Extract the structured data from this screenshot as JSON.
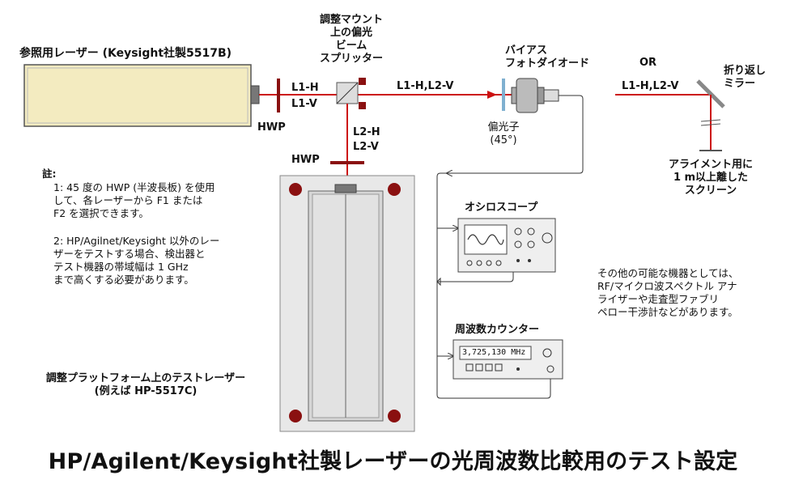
{
  "labels": {
    "reference_laser": "参照用レーザー (Keysight社製5517B)",
    "mount_line1": "調整マウント",
    "mount_line2": "上の偏光",
    "mount_line3": "ビーム",
    "mount_line4": "スプリッター",
    "photodiode_line1": "バイアス",
    "photodiode_line2": "フォトダイオード",
    "or": "OR",
    "fold_mirror_line1": "折り返し",
    "fold_mirror_line2": "ミラー",
    "l1h_left": "L1-H",
    "l1v_left": "L1-V",
    "beam_right": "L1-H,L2-V",
    "beam_far_right": "L1-H,L2-V",
    "hwp_bottom": "HWP",
    "hwp_top": "HWP",
    "l2h": "L2-H",
    "l2v": "L2-V",
    "polarizer_line1": "偏光子",
    "polarizer_line2": "(45°)",
    "screen_line1": "アライメント用に",
    "screen_line2": "1 m以上離した",
    "screen_line3": "スクリーン",
    "oscilloscope": "オシロスコープ",
    "counter": "周波数カウンター",
    "counter_display": "3,725,130 MHz",
    "test_laser_line1": "調整プラットフォーム上のテストレーザー",
    "test_laser_line2": "(例えば HP-5517C)"
  },
  "notes": {
    "heading": "註:",
    "n1_line1": "1:  45 度の HWP (半波長板) を使用",
    "n1_line2": "して、各レーザーから F1 または",
    "n1_line3": "F2 を選択できます。",
    "n2_line1": "2:  HP/Agilnet/Keysight 以外のレー",
    "n2_line2": "ザーをテストする場合、検出器と",
    "n2_line3": "テスト機器の帯域幅は 1 GHz",
    "n2_line4": "まで高くする必要があります。"
  },
  "other_equipment": {
    "line1": "その他の可能な機器としては、",
    "line2": "RF/マイクロ波スペクトル アナ",
    "line3": "ライザーや走査型ファブリ",
    "line4": "ペロー干渉計などがあります。"
  },
  "title": "HP/Agilent/Keysight社製レーザーの光周波数比較用のテスト設定",
  "colors": {
    "beam": "#cc1111",
    "laser_body": "#f3ebc0",
    "plate": "#e8e8e8",
    "corner_dot": "#8a1010",
    "instrument": "#efefef"
  }
}
